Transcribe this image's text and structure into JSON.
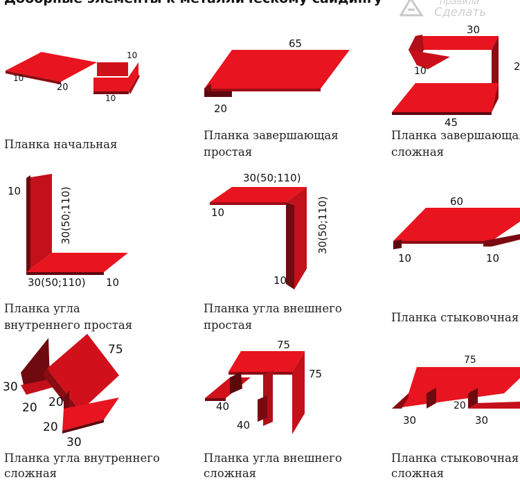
{
  "header": {
    "title": "Доборные элементы к металлическому сайдингу",
    "logo_text": "правила Сделать"
  },
  "colors": {
    "metal_light": "#e8141f",
    "metal_mid": "#c4101a",
    "metal_dark": "#6e0a10",
    "caption_text": "#222222"
  },
  "items": [
    {
      "caption_1": "Планка начальная",
      "caption_2": "",
      "dims": [
        "10",
        "20",
        "10"
      ]
    },
    {
      "caption_1": "Планка завершающая",
      "caption_2": "простая",
      "dims": [
        "65",
        "20"
      ]
    },
    {
      "caption_1": "Планка завершающая",
      "caption_2": "сложная",
      "dims": [
        "30",
        "10",
        "2",
        "45"
      ]
    },
    {
      "caption_1": "Планка угла",
      "caption_2": "внутреннего простая",
      "dims": [
        "10",
        "30(50;110)",
        "30(50;110)",
        "10"
      ]
    },
    {
      "caption_1": "Планка угла внешнего",
      "caption_2": "простая",
      "dims": [
        "30(50;110)",
        "10",
        "30(50;110)",
        "10"
      ]
    },
    {
      "caption_1": "Планка стыковочная",
      "caption_2": "",
      "dims": [
        "60",
        "10",
        "10"
      ]
    },
    {
      "caption_1": "Планка угла внутреннего",
      "caption_2": "сложная",
      "dims": [
        "75",
        "30",
        "20",
        "20",
        "20",
        "30"
      ]
    },
    {
      "caption_1": "Планка угла внешнего",
      "caption_2": "сложная",
      "dims": [
        "75",
        "75",
        "40",
        "40"
      ]
    },
    {
      "caption_1": "Планка стыковочная",
      "caption_2": "сложная",
      "dims": [
        "75",
        "20",
        "30",
        "30"
      ]
    }
  ]
}
